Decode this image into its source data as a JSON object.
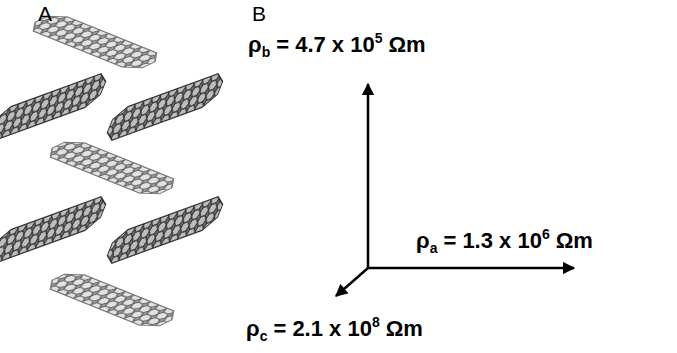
{
  "diagram": {
    "labels": [
      "A",
      "B",
      "ρ",
      "b",
      "= 4.7 x 10",
      "5",
      "Ωm",
      "ρ",
      "a",
      "= 1.3 x 10",
      "6",
      "Ωm",
      "ρ",
      "c",
      "= 2.1 x 10",
      "8",
      "Ωm"
    ]
  }
}
